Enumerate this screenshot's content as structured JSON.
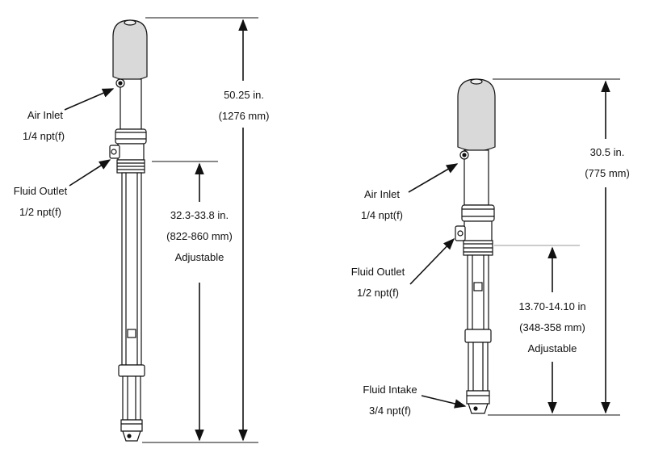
{
  "left_pump": {
    "air_inlet": {
      "label": "Air Inlet",
      "size": "1/4 npt(f)"
    },
    "fluid_outlet": {
      "label": "Fluid Outlet",
      "size": "1/2 npt(f)"
    },
    "overall": {
      "imperial": "50.25 in.",
      "metric": "(1276 mm)"
    },
    "tube": {
      "imperial": "32.3-33.8 in.",
      "metric": "(822-860 mm)",
      "note": "Adjustable"
    }
  },
  "right_pump": {
    "air_inlet": {
      "label": "Air Inlet",
      "size": "1/4 npt(f)"
    },
    "fluid_outlet": {
      "label": "Fluid Outlet",
      "size": "1/2 npt(f)"
    },
    "fluid_intake": {
      "label": "Fluid Intake",
      "size": "3/4 npt(f)"
    },
    "overall": {
      "imperial": "30.5 in.",
      "metric": "(775 mm)"
    },
    "tube": {
      "imperial": "13.70-14.10 in",
      "metric": "(348-358 mm)",
      "note": "Adjustable"
    }
  },
  "colors": {
    "line": "#111111",
    "cap": "#d9d9d9",
    "body": "#ffffff"
  }
}
